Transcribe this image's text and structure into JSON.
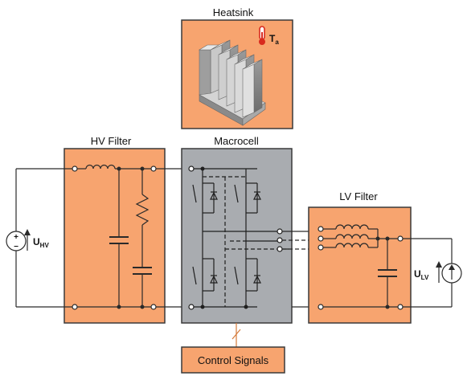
{
  "labels": {
    "heatsink": "Heatsink",
    "hv_filter": "HV Filter",
    "macrocell": "Macrocell",
    "lv_filter": "LV Filter",
    "control_signals": "Control Signals"
  },
  "symbols": {
    "ta_main": "T",
    "ta_sub": "a",
    "uhv_main": "U",
    "uhv_sub": "HV",
    "ulv_main": "U",
    "ulv_sub": "LV",
    "plus": "+",
    "minus": "−"
  },
  "colors": {
    "block_orange": "#f7a46f",
    "block_border": "#3a3a3a",
    "macro_gray": "#a9acb0",
    "wire": "#2a2a2a",
    "thermometer_red": "#d82a1e"
  }
}
